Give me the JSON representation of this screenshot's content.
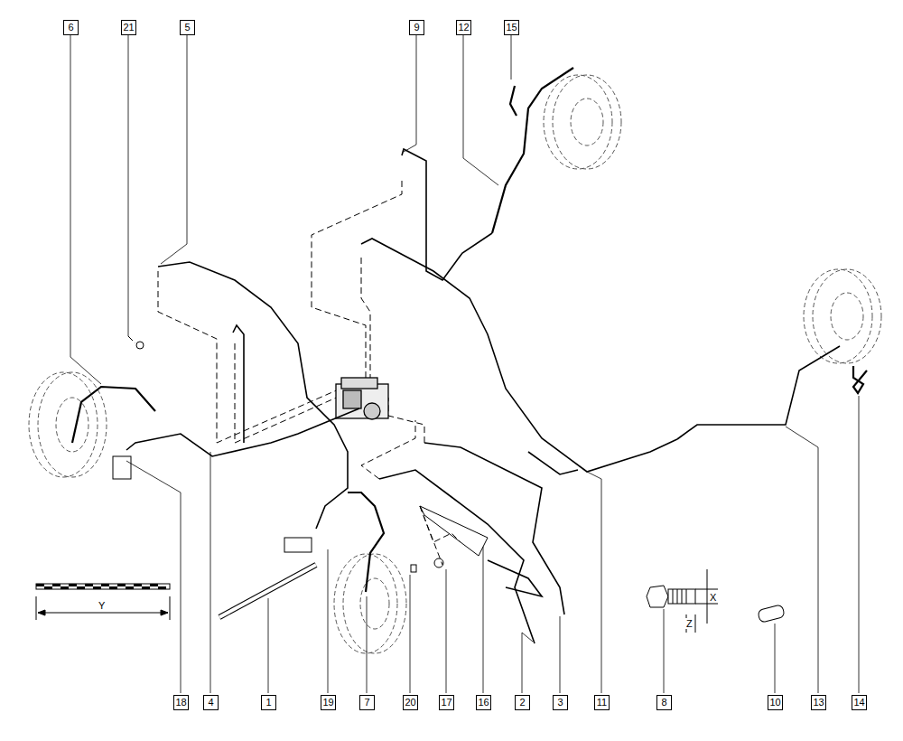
{
  "diagram": {
    "labels": [
      "6",
      "21",
      "5",
      "9",
      "12",
      "15",
      "18",
      "4",
      "1",
      "19",
      "7",
      "20",
      "17",
      "16",
      "2",
      "3",
      "11",
      "8",
      "10",
      "13",
      "14",
      "X",
      "Z",
      "Y"
    ]
  }
}
